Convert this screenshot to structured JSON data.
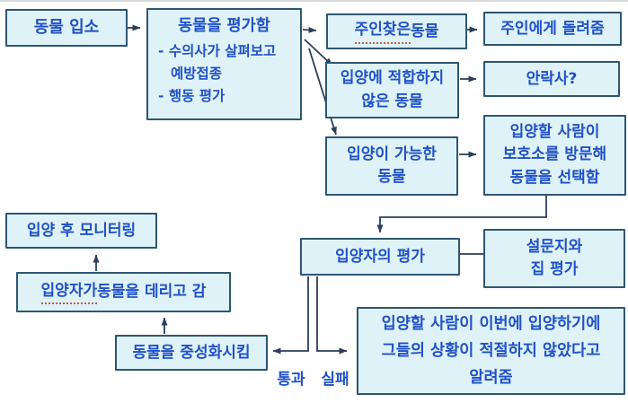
{
  "colors": {
    "box_fill": "#def2f8",
    "box_border": "#2e5672",
    "text": "#2051c6",
    "line": "#2b3e5c",
    "squiggle": "#c25a4a",
    "bg": "#ffffff",
    "artifact": "#d9d9d9"
  },
  "nodes": {
    "intake": {
      "text": "동물 입소"
    },
    "evaluate": {
      "title": "동물을 평가함",
      "bullets": [
        "- 수의사가 살펴보고",
        "예방접종",
        "- 행동 평가"
      ]
    },
    "owner_found": {
      "word_underlined": "주인찾은",
      "rest": " 동물"
    },
    "return_owner": {
      "text": "주인에게 돌려줌"
    },
    "unfit": {
      "lines": [
        "입양에 적합하지",
        "않은 동물"
      ]
    },
    "euthanasia": {
      "text": "안락사?"
    },
    "adoptable": {
      "lines": [
        "입양이 가능한",
        "동물"
      ]
    },
    "visit": {
      "lines": [
        "입양할 사람이",
        "보호소를 방문해",
        "동물을 선택함"
      ]
    },
    "adopter_eval": {
      "text": "입양자의 평가"
    },
    "survey": {
      "lines": [
        "설문지와",
        "집 평가"
      ]
    },
    "notify": {
      "lines": [
        "입양할 사람이 이번에 입양하기에",
        "그들의 상황이 적절하지 않았다고",
        "알려줌"
      ]
    },
    "monitor": {
      "text": "입양 후 모니터링"
    },
    "take_home": {
      "word_underlined": "입양자가",
      "rest": " 동물을 데리고 감"
    },
    "neuter": {
      "text": "동물을 중성화시킴"
    }
  },
  "edge_labels": {
    "pass": "통과",
    "fail": "실패"
  }
}
